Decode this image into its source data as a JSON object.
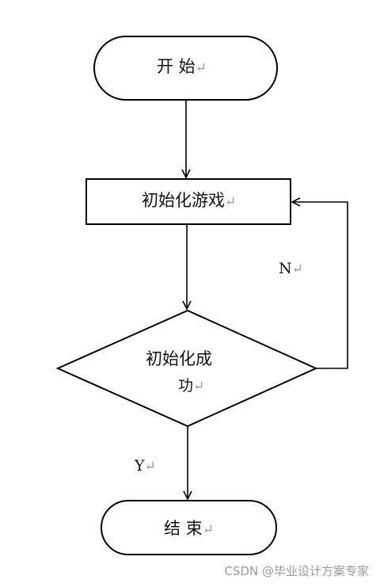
{
  "nodes": {
    "start": {
      "label": "开 始",
      "mark": "↵"
    },
    "init_game": {
      "label": "初始化游戏",
      "mark": "↵"
    },
    "init_success": {
      "label_line1": "初始化成",
      "label_line2": "功",
      "mark": "↵"
    },
    "end": {
      "label": "结 束",
      "mark": "↵"
    }
  },
  "edges": {
    "no": {
      "label": "N",
      "mark": "↵"
    },
    "yes": {
      "label": "Y",
      "mark": "↵"
    }
  },
  "watermark": "CSDN @毕业设计方案专家",
  "colors": {
    "line": "#000000",
    "text": "#111111",
    "paragraph_mark": "#999999",
    "watermark": "#9a9a9a"
  }
}
